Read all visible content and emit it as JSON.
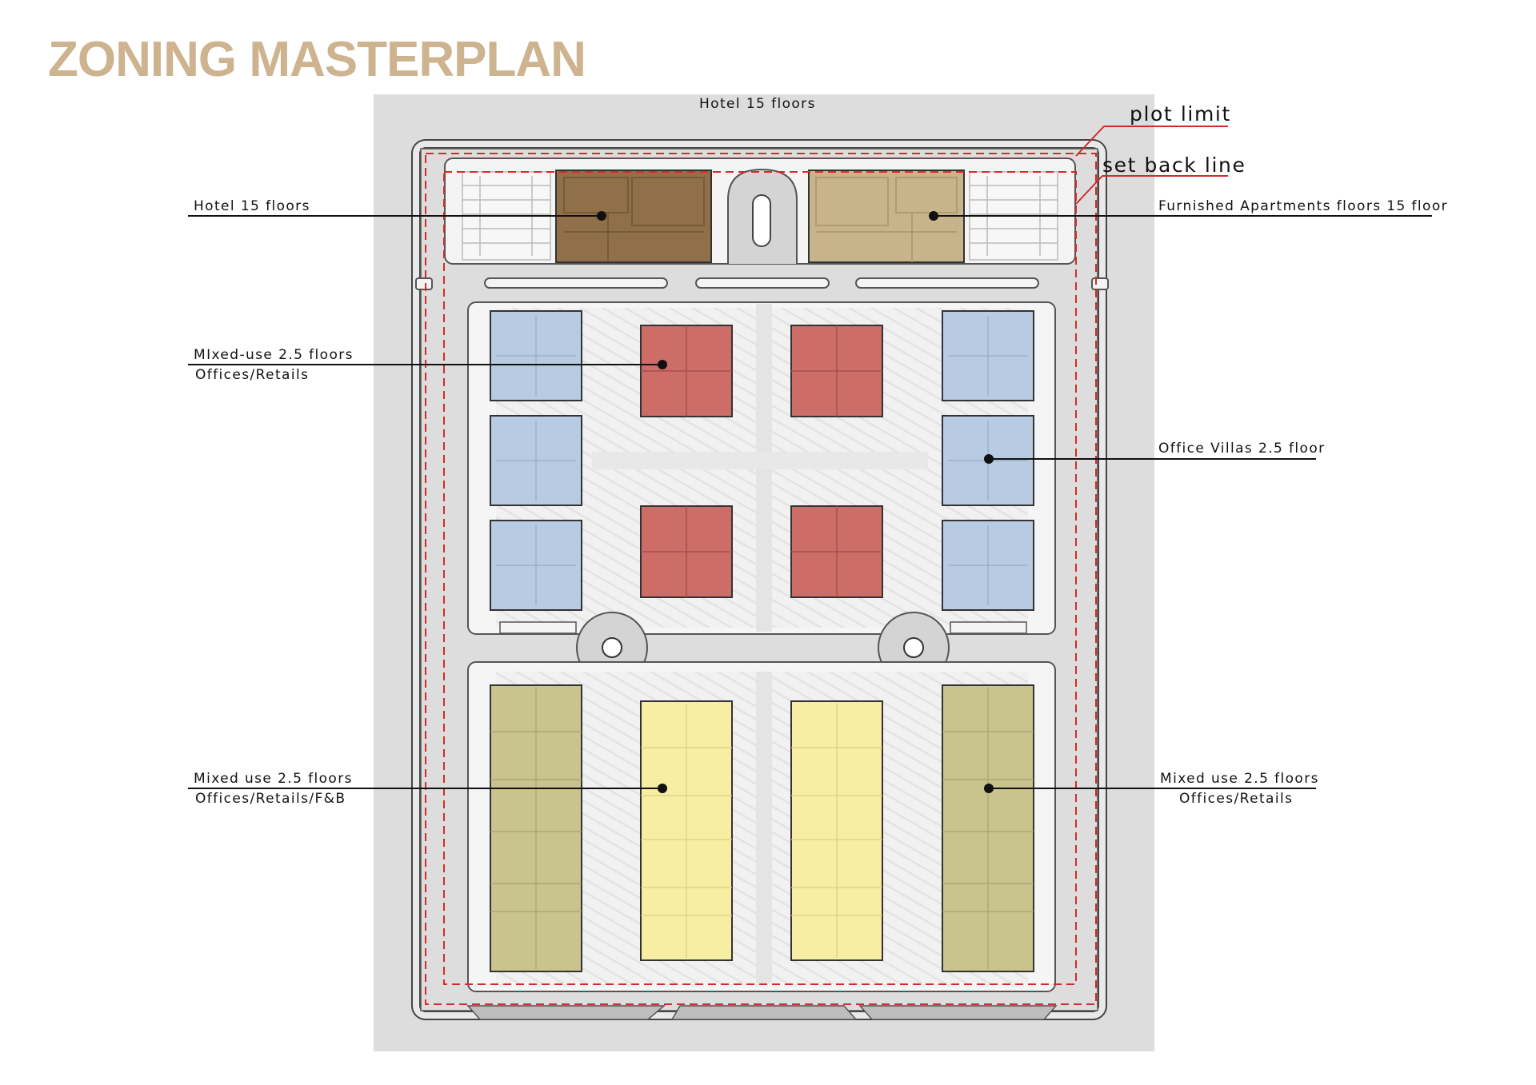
{
  "title": "ZONING MASTERPLAN",
  "plan": {
    "top_label": "Hotel 15 floors",
    "plot_limit_label": "plot limit",
    "setback_label": "set back line"
  },
  "callouts": {
    "hotel": "Hotel 15 floors",
    "furnished_apartments": "Furnished Apartments floors 15 floor",
    "mixed_use_upper_line1": "MIxed-use  2.5 floors",
    "mixed_use_upper_line2": "Offices/Retails",
    "office_villas": "Office Villas 2.5 floor",
    "mixed_use_lower_left_line1": "Mixed use 2.5 floors",
    "mixed_use_lower_left_line2": "Offices/Retails/F&B",
    "mixed_use_lower_right_line1": "Mixed use 2.5 floors",
    "mixed_use_lower_right_line2": "Offices/Retails"
  },
  "zone_colors": {
    "hotel": "#8f7049",
    "furnished_apartments": "#c8b48a",
    "office_villas": "#b7cbe2",
    "mixed_use_offices_retails": "#cd6d68",
    "mixed_use_fb": "#f7eda3",
    "mixed_use_offices_retails_lower": "#c9c38d",
    "plot_limit": "#d42a2a",
    "site_background": "#dddddd",
    "title": "#cdb38f"
  }
}
